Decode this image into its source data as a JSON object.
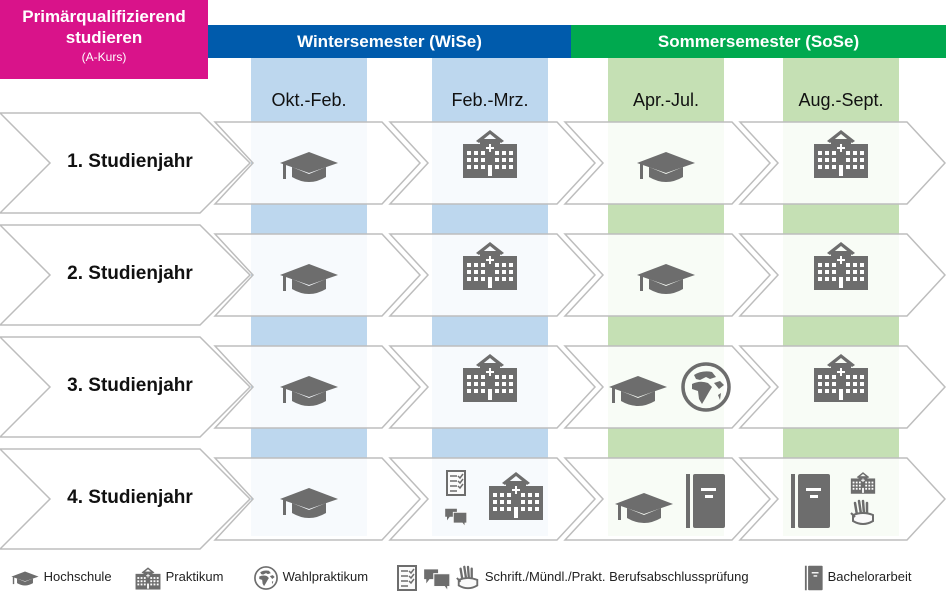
{
  "header": {
    "title_line1": "Primärqualifizierend",
    "title_line2": "studieren",
    "title_sub": "(A-Kurs)",
    "title_color": "#d9138a"
  },
  "semesters": [
    {
      "label": "Wintersemester (WiSe)",
      "color": "#005bac",
      "column_color": "#bdd7ee"
    },
    {
      "label": "Sommersemester (SoSe)",
      "color": "#00a94f",
      "column_color": "#c5e0b4"
    }
  ],
  "periods": [
    {
      "label": "Okt.-Feb.",
      "semester": "WiSe"
    },
    {
      "label": "Feb.-Mrz.",
      "semester": "WiSe"
    },
    {
      "label": "Apr.-Jul.",
      "semester": "SoSe"
    },
    {
      "label": "Aug.-Sept.",
      "semester": "SoSe"
    }
  ],
  "rows": [
    {
      "label": "1. Studienjahr",
      "cells": [
        [
          "graduation-cap"
        ],
        [
          "hospital-building"
        ],
        [
          "graduation-cap"
        ],
        [
          "hospital-building"
        ]
      ]
    },
    {
      "label": "2. Studienjahr",
      "cells": [
        [
          "graduation-cap"
        ],
        [
          "hospital-building"
        ],
        [
          "graduation-cap"
        ],
        [
          "hospital-building"
        ]
      ]
    },
    {
      "label": "3. Studienjahr",
      "cells": [
        [
          "graduation-cap"
        ],
        [
          "hospital-building"
        ],
        [
          "graduation-cap",
          "globe"
        ],
        [
          "hospital-building"
        ]
      ]
    },
    {
      "label": "4. Studienjahr",
      "cells": [
        [
          "graduation-cap"
        ],
        [
          "checklist",
          "speech-bubbles",
          "hospital-building"
        ],
        [
          "graduation-cap",
          "notebook"
        ],
        [
          "notebook",
          "hospital-building-small",
          "sign-language-hands"
        ]
      ]
    }
  ],
  "legend": [
    {
      "icons": [
        "graduation-cap"
      ],
      "label": "Hochschule"
    },
    {
      "icons": [
        "hospital-building"
      ],
      "label": "Praktikum"
    },
    {
      "icons": [
        "globe"
      ],
      "label": "Wahlpraktikum"
    },
    {
      "icons": [
        "checklist",
        "speech-bubbles",
        "sign-language-hands"
      ],
      "label": "Schrift./Mündl./Prakt. Berufsabschlussprüfung"
    },
    {
      "icons": [
        "notebook"
      ],
      "label": "Bachelorarbeit"
    }
  ],
  "icon_color": "#6d6d6d"
}
